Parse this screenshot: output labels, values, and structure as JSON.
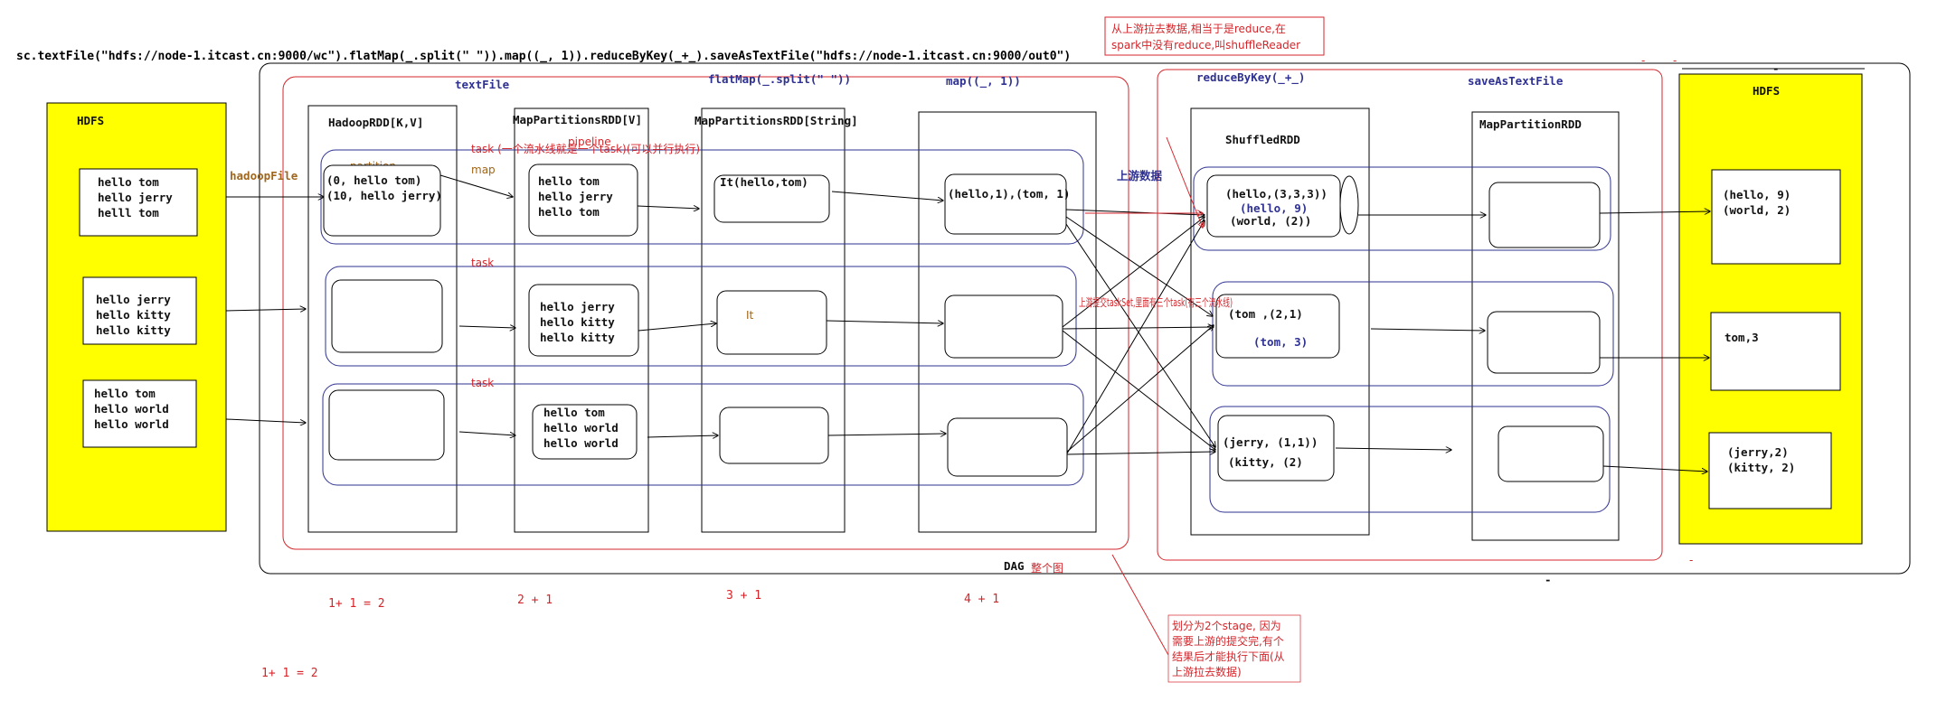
{
  "code_line": "sc.textFile(\"hdfs://node-1.itcast.cn:9000/wc\").flatMap(_.split(\" \")).map((_, 1)).reduceByKey(_+_).saveAsTextFile(\"hdfs://node-1.itcast.cn:9000/out0\")",
  "hdfs_left": {
    "title": "HDFS",
    "blocks": [
      [
        "hello tom",
        "hello jerry",
        "helll tom"
      ],
      [
        "hello jerry",
        "hello kitty",
        "hello kitty"
      ],
      [
        "hello tom",
        "hello world",
        "hello world"
      ]
    ]
  },
  "hadoop_file_label": "hadoopFile",
  "stage_labels": {
    "text_file": "textFile",
    "flat_map": "flatMap(_.split(\" \"))",
    "map": "map((_, 1))",
    "reduce_by_key": "reduceByKey(_+_)",
    "save_as_text_file": "saveAsTextFile"
  },
  "rdd_titles": {
    "hadoop": "HadoopRDD[K,V]",
    "mp1": "MapPartitionsRDD[V]",
    "mp2": "MapPartitionsRDD[String]",
    "shuffled": "ShuffledRDD",
    "mp_out": "MapPartitionRDD"
  },
  "pipeline_annotations": {
    "partition": "partition",
    "map": "map",
    "pipeline": "pipeline",
    "task_row1": "task (一个流水线就是一个task)(可以并行执行)",
    "task_row2": "task",
    "task_row3": "task"
  },
  "partitions": {
    "hadoop_row1": [
      "(0, hello tom)",
      "(10, hello jerry)"
    ],
    "mp1": [
      [
        "hello tom",
        "hello jerry",
        "hello tom"
      ],
      [
        "hello jerry",
        "hello kitty",
        "hello kitty"
      ],
      [
        "hello tom",
        "hello world",
        "hello world"
      ]
    ],
    "mp2_row1": "It(hello,tom)",
    "mp2_row2": "It",
    "map_row1": "(hello,1),(tom, 1)",
    "shuffled": [
      {
        "black": [
          "(hello,(3,3,3))",
          "(world, (2))"
        ],
        "blue": "(hello, 9)"
      },
      {
        "black": [
          "(tom ,(2,1)"
        ],
        "blue": "(tom, 3)"
      },
      {
        "black": [
          "(jerry, (1,1))",
          "(kitty, (2)"
        ],
        "blue": ""
      }
    ]
  },
  "upstream_label": "上游数据",
  "upstream_note": "上游提交taskSet,里面有三个task(有三个流水线)",
  "top_note": [
    "从上游拉去数据,相当于是reduce,在",
    "spark中没有reduce,叫shuffleReader"
  ],
  "hdfs_right": {
    "title": "HDFS",
    "blocks": [
      [
        "(hello, 9)",
        "(world, 2)"
      ],
      [
        "tom,3"
      ],
      [
        "(jerry,2)",
        "(kitty, 2)"
      ]
    ]
  },
  "dag_label": "DAG",
  "whole_graph_label": "整个图",
  "counts": [
    "1+ 1 = 2",
    "2 + 1",
    "3 + 1",
    "4 + 1"
  ],
  "bottom_count": "1+ 1 = 2",
  "stage_note": [
    "划分为2个stage, 因为",
    "需要上游的提交完,有个",
    "结果后才能执行下面(从",
    "上游拉去数据)"
  ],
  "stray_marks": [
    "-",
    "-",
    "-",
    "-",
    "-"
  ],
  "colors": {
    "yellow": "#ffff00",
    "red": "#d4262b",
    "blue": "#2e3192",
    "olive": "#a0661b",
    "black": "#000000"
  }
}
